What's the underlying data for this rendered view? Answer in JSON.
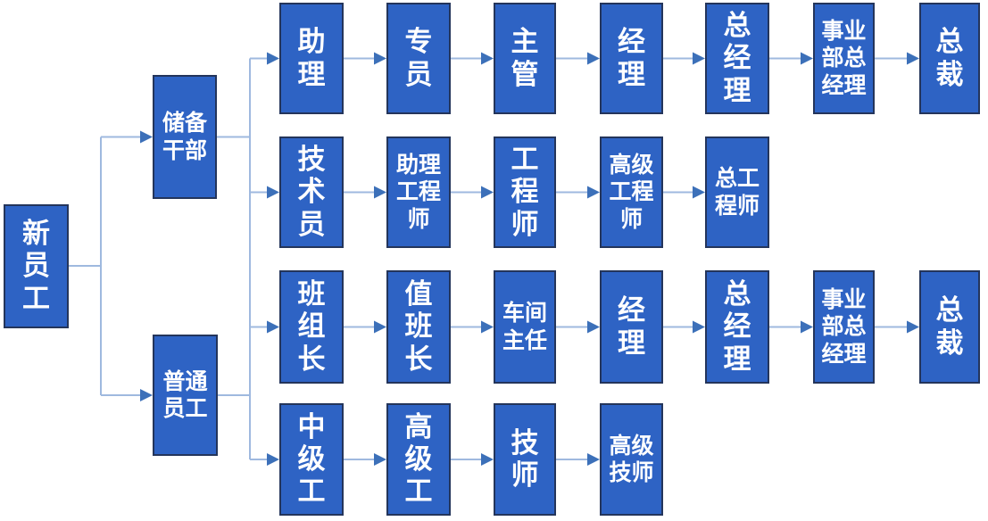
{
  "colors": {
    "box_fill": "#2E63C4",
    "box_border": "#24355B",
    "connector_line": "#9FB9DF",
    "arrow_fill": "#3C70B9",
    "text": "#FFFFFF",
    "background": "#FFFFFF"
  },
  "flowchart": {
    "description": "Career path flowchart from new employee through management and technical tracks",
    "root": {
      "label": "新\n员\n工"
    },
    "level2": [
      {
        "label": "储备\n干部"
      },
      {
        "label": "普通\n员工"
      }
    ],
    "rows": [
      {
        "parent": "储备干部",
        "nodes": [
          {
            "label": "助\n理"
          },
          {
            "label": "专\n员"
          },
          {
            "label": "主\n管"
          },
          {
            "label": "经\n理"
          },
          {
            "label": "总\n经\n理"
          },
          {
            "label": "事业\n部总\n经理"
          },
          {
            "label": "总\n裁"
          }
        ]
      },
      {
        "parent": "储备干部",
        "nodes": [
          {
            "label": "技\n术\n员"
          },
          {
            "label": "助理\n工程\n师"
          },
          {
            "label": "工\n程\n师"
          },
          {
            "label": "高级\n工程\n师"
          },
          {
            "label": "总工\n程师"
          }
        ]
      },
      {
        "parent": "普通员工",
        "nodes": [
          {
            "label": "班\n组\n长"
          },
          {
            "label": "值\n班\n长"
          },
          {
            "label": "车间\n主任"
          },
          {
            "label": "经\n理"
          },
          {
            "label": "总\n经\n理"
          },
          {
            "label": "事业\n部总\n经理"
          },
          {
            "label": "总\n裁"
          }
        ]
      },
      {
        "parent": "普通员工",
        "nodes": [
          {
            "label": "中\n级\n工"
          },
          {
            "label": "高\n级\n工"
          },
          {
            "label": "技\n师"
          },
          {
            "label": "高级\n技师"
          }
        ]
      }
    ]
  }
}
